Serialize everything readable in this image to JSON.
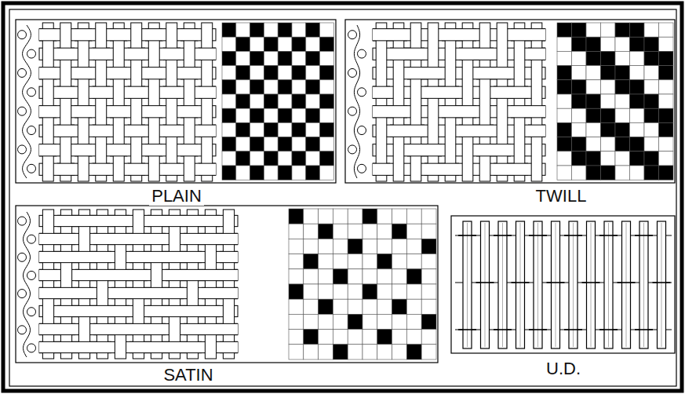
{
  "diagram": {
    "labels": [
      "PLAIN",
      "TWILL",
      "SATIN",
      "U.D."
    ]
  }
}
